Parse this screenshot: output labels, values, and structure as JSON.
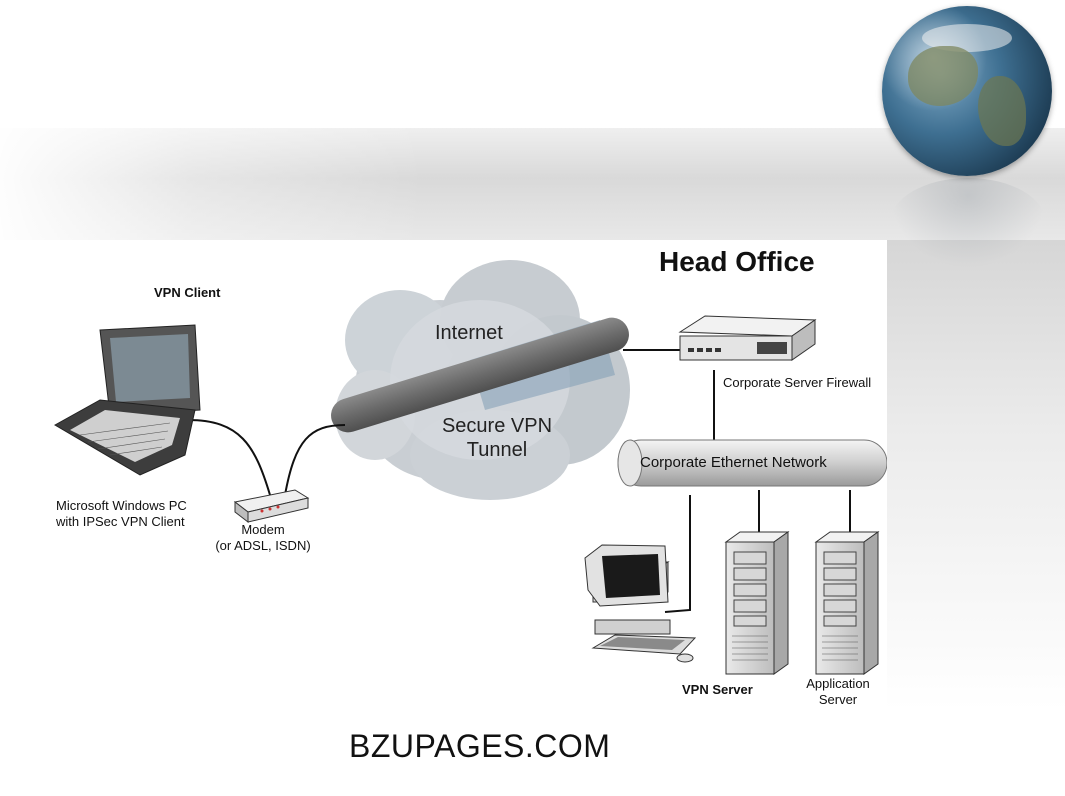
{
  "slide": {
    "footer_text": "BZUPAGES.COM"
  },
  "diagram": {
    "head_office": "Head Office",
    "vpn_client": "VPN Client",
    "internet": "Internet",
    "tunnel": "Secure VPN Tunnel",
    "pc_label_line1": "Microsoft Windows PC",
    "pc_label_line2": "with IPSec VPN Client",
    "modem_line1": "Modem",
    "modem_line2": "(or ADSL, ISDN)",
    "firewall": "Corporate Server Firewall",
    "ethernet": "Corporate Ethernet Network",
    "vpn_server": "VPN Server",
    "app_server_line1": "Application",
    "app_server_line2": "Server"
  }
}
